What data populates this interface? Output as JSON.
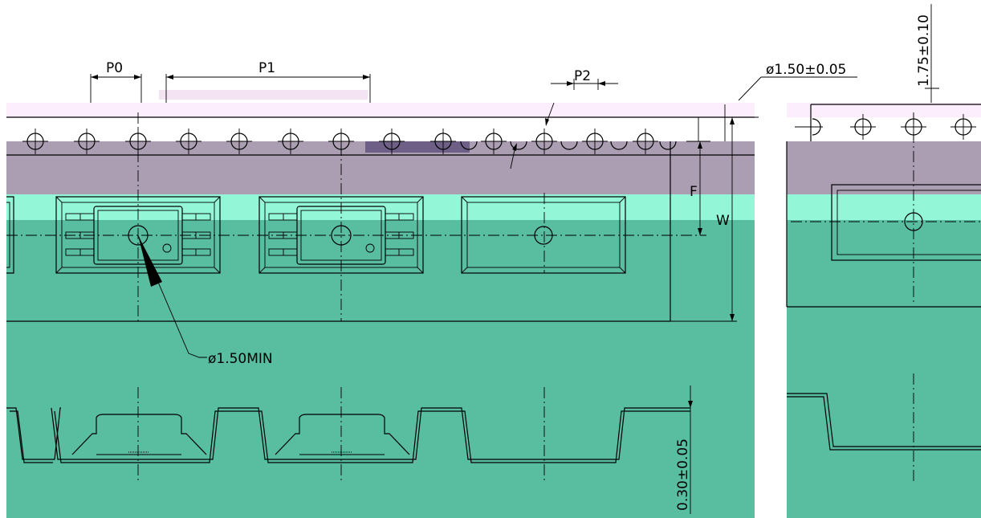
{
  "labels": {
    "p0": "P0",
    "p1": "P1",
    "p2": "P2",
    "sprocket_hole_dia": "ø1.50±0.05",
    "edge_to_hole": "1.75±0.10",
    "f": "F",
    "w": "W",
    "cavity_hole_dia": "ø1.50MIN",
    "tape_thickness": "0.30±0.05"
  },
  "colors": {
    "tape_top": "#ab9eb2",
    "tape_mid": "#93f7d7",
    "tape_main": "#59bd9f",
    "band_pink": "#fdeefd",
    "line": "#000000"
  }
}
